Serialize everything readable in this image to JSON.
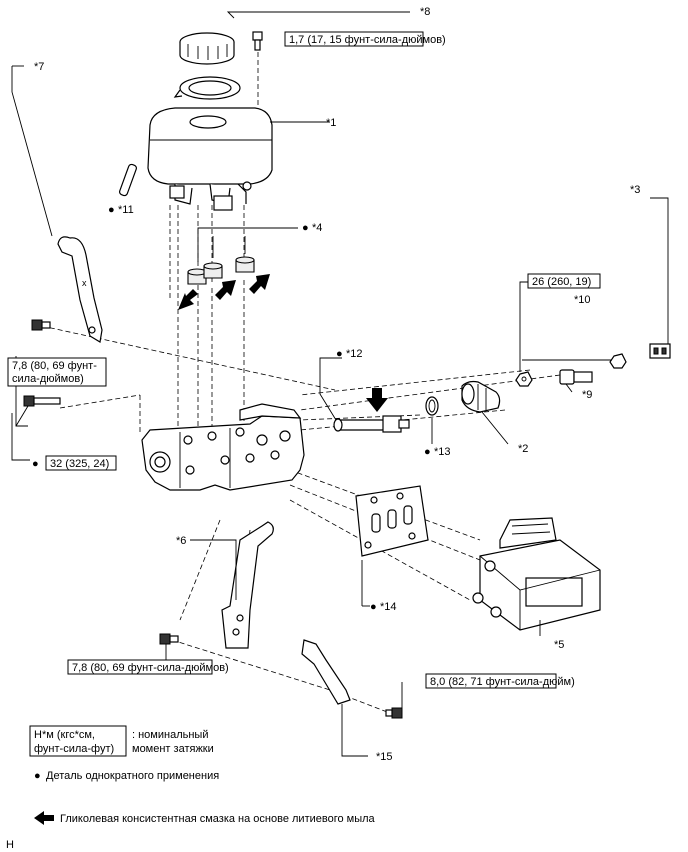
{
  "labels": {
    "p1": "*1",
    "p2": "*2",
    "p3": "*3",
    "p4": "*4",
    "p5": "*5",
    "p6": "*6",
    "p7": "*7",
    "p8": "*8",
    "p9": "*9",
    "p10": "*10",
    "p11": "*11",
    "p12": "*12",
    "p13": "*13",
    "p14": "*14",
    "p15": "*15"
  },
  "bullet": "●",
  "torques": {
    "t1": "1,7 (17, 15 фунт-сила-дюймов)",
    "t2_line1": "7,8 (80, 69 фунт-",
    "t2_line2": "сила-дюймов)",
    "t3": "32 (325, 24)",
    "t4": "26 (260, 19)",
    "t5": "7,8 (80, 69 фунт-сила-дюймов)",
    "t6": "8,0 (82, 71 фунт-сила-дюйм)"
  },
  "legend": {
    "unit_line1": "Н*м (кгс*см,",
    "unit_line2": "фунт-сила-фут)",
    "unit_desc_line1": ": номинальный",
    "unit_desc_line2": "момент затяжки",
    "one_time": "Деталь однократного применения",
    "grease": "Гликолевая консистентная смазка на основе литиевого мыла"
  },
  "corner_mark": "H"
}
